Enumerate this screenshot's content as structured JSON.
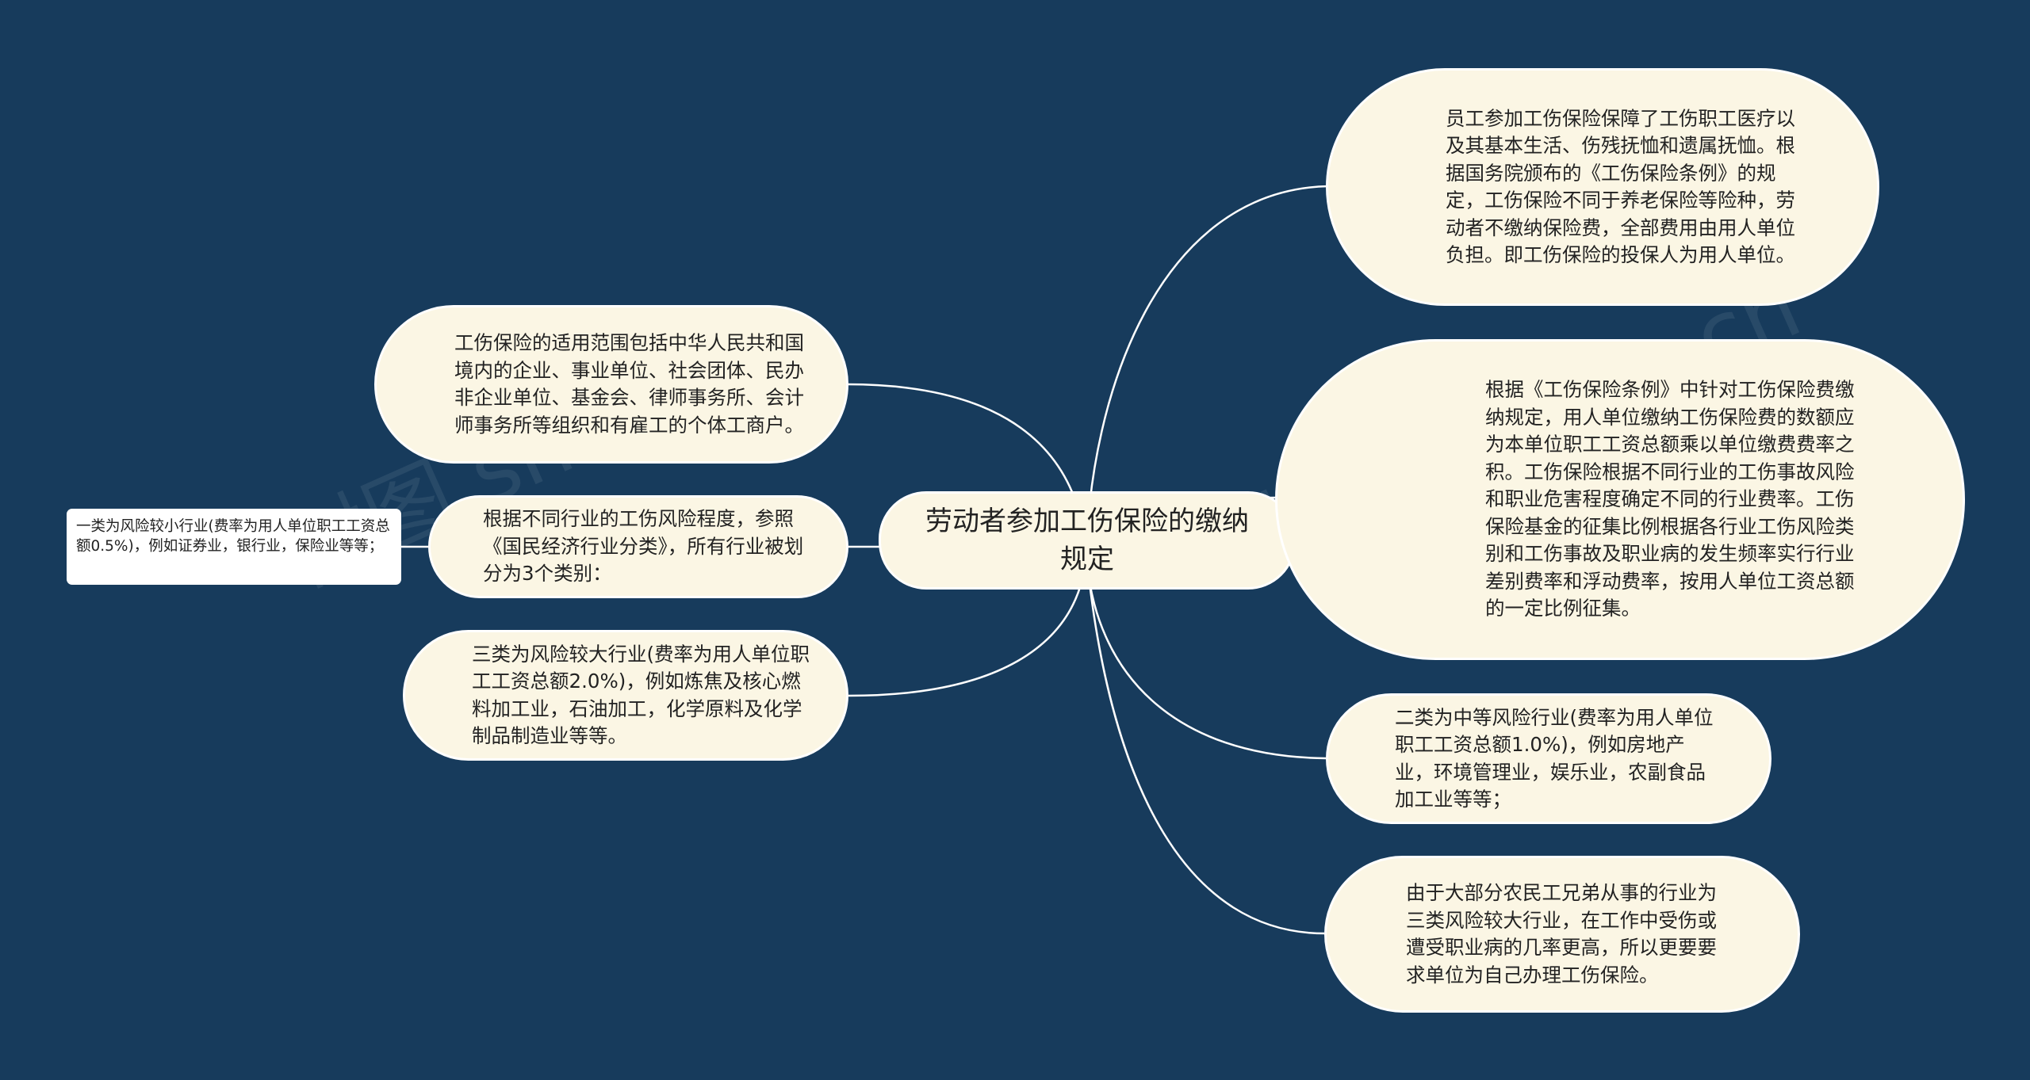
{
  "center": {
    "title": "劳动者参加工伤保险的缴纳规定"
  },
  "left_nodes": [
    {
      "id": "scope",
      "text": "工伤保险的适用范围包括中华人民共和国境内的企业、事业单位、社会团体、民办非企业单位、基金会、律师事务所、会计师事务所等组织和有雇工的个体工商户。"
    },
    {
      "id": "categories",
      "text": "根据不同行业的工伤风险程度，参照《国民经济行业分类》，所有行业被划分为3个类别："
    },
    {
      "id": "class3",
      "text": "三类为风险较大行业(费率为用人单位职工工资总额2.0%)，例如炼焦及核心燃料加工业，石油加工，化学原料及化学制品制造业等等。"
    }
  ],
  "class1_note": {
    "text": "一类为风险较小行业(费率为用人单位职工工资总额0.5%)，例如证券业，银行业，保险业等等；"
  },
  "right_nodes": [
    {
      "id": "benefits",
      "text": "员工参加工伤保险保障了工伤职工医疗以及其基本生活、伤残抚恤和遗属抚恤。根据国务院颁布的《工伤保险条例》的规定，工伤保险不同于养老保险等险种，劳动者不缴纳保险费，全部费用由用人单位负担。即工伤保险的投保人为用人单位。"
    },
    {
      "id": "payment",
      "text": "根据《工伤保险条例》中针对工伤保险费缴纳规定，用人单位缴纳工伤保险费的数额应为本单位职工工资总额乘以单位缴费费率之积。工伤保险根据不同行业的工伤事故风险和职业危害程度确定不同的行业费率。工伤保险基金的征集比例根据各行业工伤风险类别和工伤事故及职业病的发生频率实行行业差别费率和浮动费率，按用人单位工资总额的一定比例征集。"
    },
    {
      "id": "class2",
      "text": "二类为中等风险行业(费率为用人单位职工工资总额1.0%)，例如房地产业，环境管理业，娱乐业，农副食品加工业等等；"
    },
    {
      "id": "migrant",
      "text": "由于大部分农民工兄弟从事的行业为三类风险较大行业，在工作中受伤或遭受职业病的几率更高，所以更要要求单位为自己办理工伤保险。"
    }
  ],
  "watermarks": [
    "树图 shutu.cn",
    "树图 shutu.cn"
  ],
  "colors": {
    "background": "#173b5c",
    "node_fill": "#fbf6e4",
    "connector": "#ffffff"
  }
}
